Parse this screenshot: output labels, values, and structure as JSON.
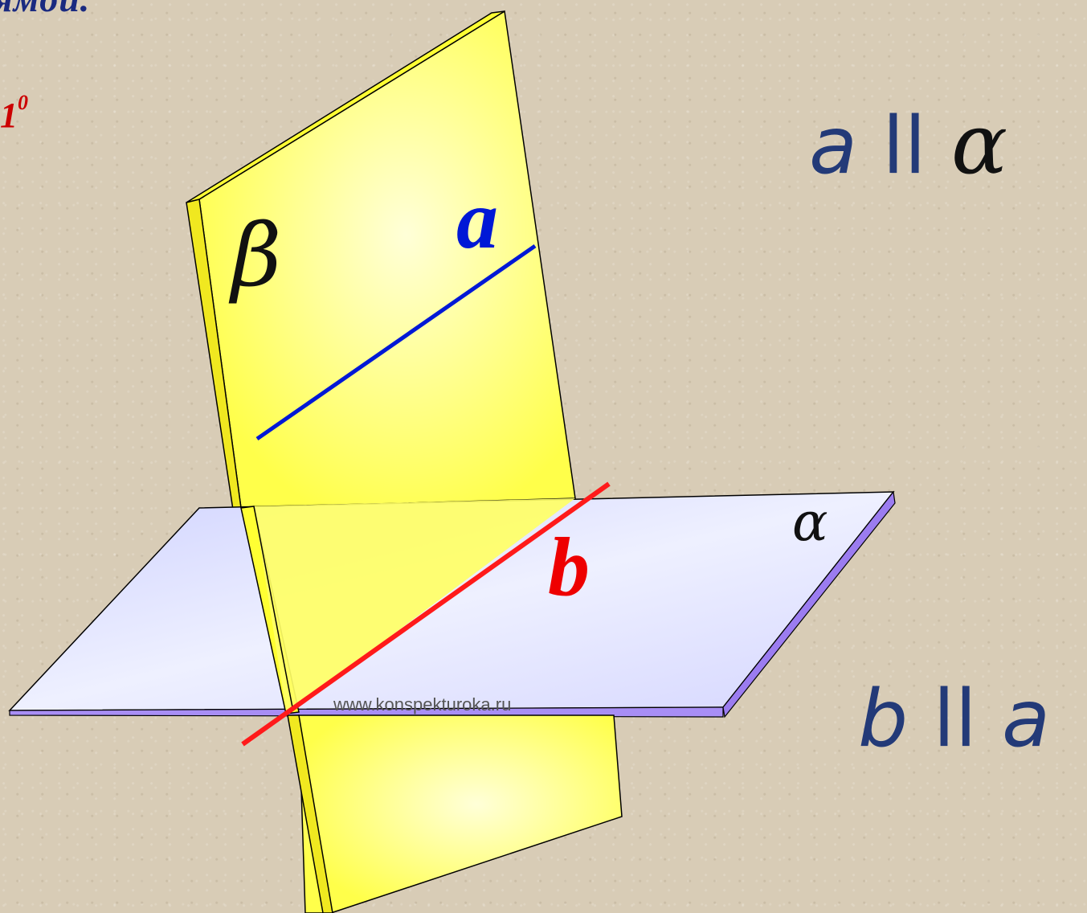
{
  "header": {
    "fragment_text": "ямой."
  },
  "theorem": {
    "number": "1",
    "superscript": "0"
  },
  "labels": {
    "beta": "β",
    "alpha_plane": "α",
    "line_a": "a",
    "line_b": "b"
  },
  "relations": {
    "first": {
      "left": "a",
      "symbol": "ll",
      "right": "α"
    },
    "second": {
      "left": "b",
      "symbol": "ll",
      "right": "a"
    }
  },
  "watermark": "www.konspekturoka.ru",
  "colors": {
    "beta_plane": "#ffff66",
    "alpha_plane": "#d9dcff",
    "alpha_edge": "#9b7cf0",
    "line_a": "#0018d6",
    "line_b": "#ff1a1a",
    "theorem_number": "#cc0000",
    "relation_text": "#233a78"
  }
}
